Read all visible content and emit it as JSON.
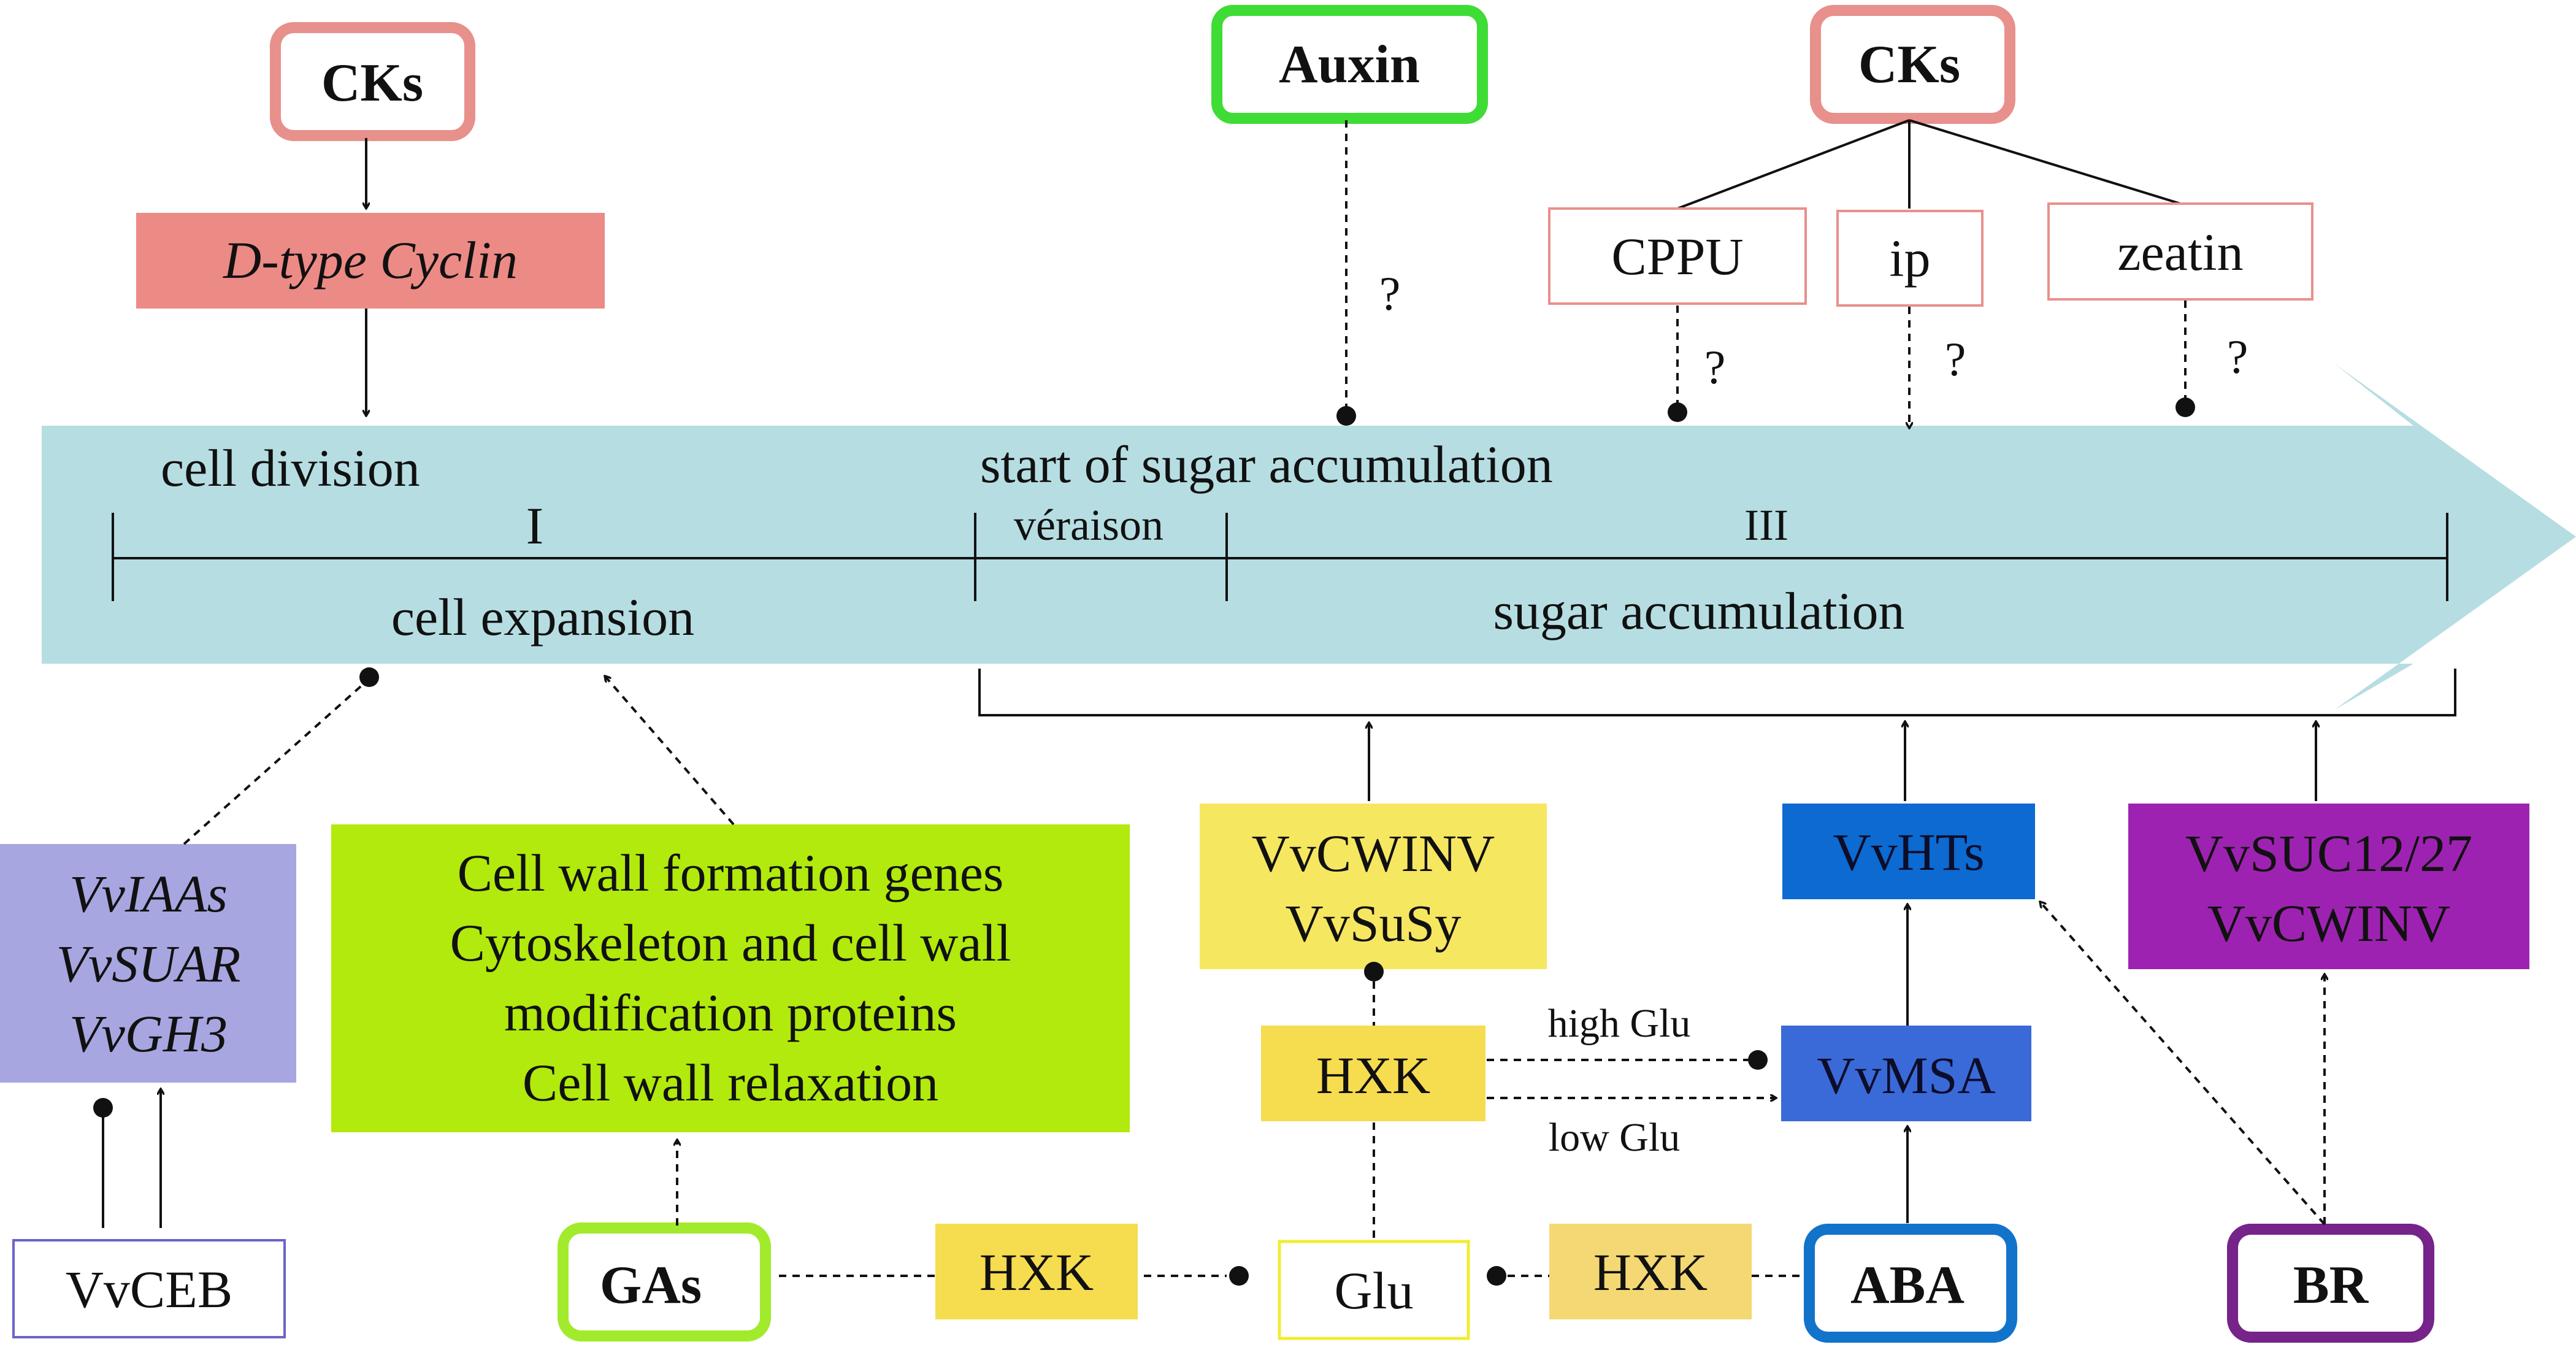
{
  "colors": {
    "arrow_band": "#b6dde2",
    "ck_border": "#e8908c",
    "ck_fill": "#ec8a86",
    "auxin_border": "#3fdc36",
    "iaa_fill": "#a7a6e1",
    "green_fill": "#b1ea0c",
    "yellow_fill": "#f6e760",
    "hxk_fill": "#f6dc4f",
    "hxk_light_fill": "#f4d873",
    "vvhts_fill": "#0c6ad1",
    "vvmsa_fill": "#3a6ad8",
    "suc_fill": "#9e22b1",
    "gas_border": "#a2ea2c",
    "aba_border": "#1273cb",
    "br_border": "#76238a",
    "ceb_border": "#6c63c8",
    "glu_border": "#f2ec33"
  },
  "timeline": {
    "stage_1": "I",
    "stage_veraison": "véraison",
    "stage_3": "III",
    "cell_division": "cell division",
    "cell_expansion": "cell expansion",
    "start_sugar": "start of sugar accumulation",
    "sugar_accumulation": "sugar accumulation"
  },
  "top": {
    "cks_left": "CKs",
    "dcyclin": "D-type Cyclin",
    "auxin": "Auxin",
    "cks_right": "CKs",
    "cppu": "CPPU",
    "ip": "ip",
    "zeatin": "zeatin",
    "q_auxin": "?",
    "q_cppu": "?",
    "q_ip": "?",
    "q_zeatin": "?"
  },
  "bottom": {
    "vviaas": "VvIAAs",
    "vvsuar": "VvSUAR",
    "vvgh3": "VvGH3",
    "vvceb": "VvCEB",
    "cellwall_1": "Cell wall formation genes",
    "cellwall_2": "Cytoskeleton and cell wall",
    "cellwall_3": "modification proteins",
    "cellwall_4": "Cell wall relaxation",
    "gas": "GAs",
    "hxk_left": "HXK",
    "glu": "Glu",
    "hxk_right": "HXK",
    "aba": "ABA",
    "br": "BR",
    "vvcwinv_top": "VvCWINV",
    "vvsusy": "VvSuSy",
    "hxk_mid": "HXK",
    "high_glu": "high Glu",
    "low_glu": "low Glu",
    "vvmsa": "VvMSA",
    "vvhts": "VvHTs",
    "vvsuc": "VvSUC12/27",
    "vvcwinv_right": "VvCWINV"
  }
}
